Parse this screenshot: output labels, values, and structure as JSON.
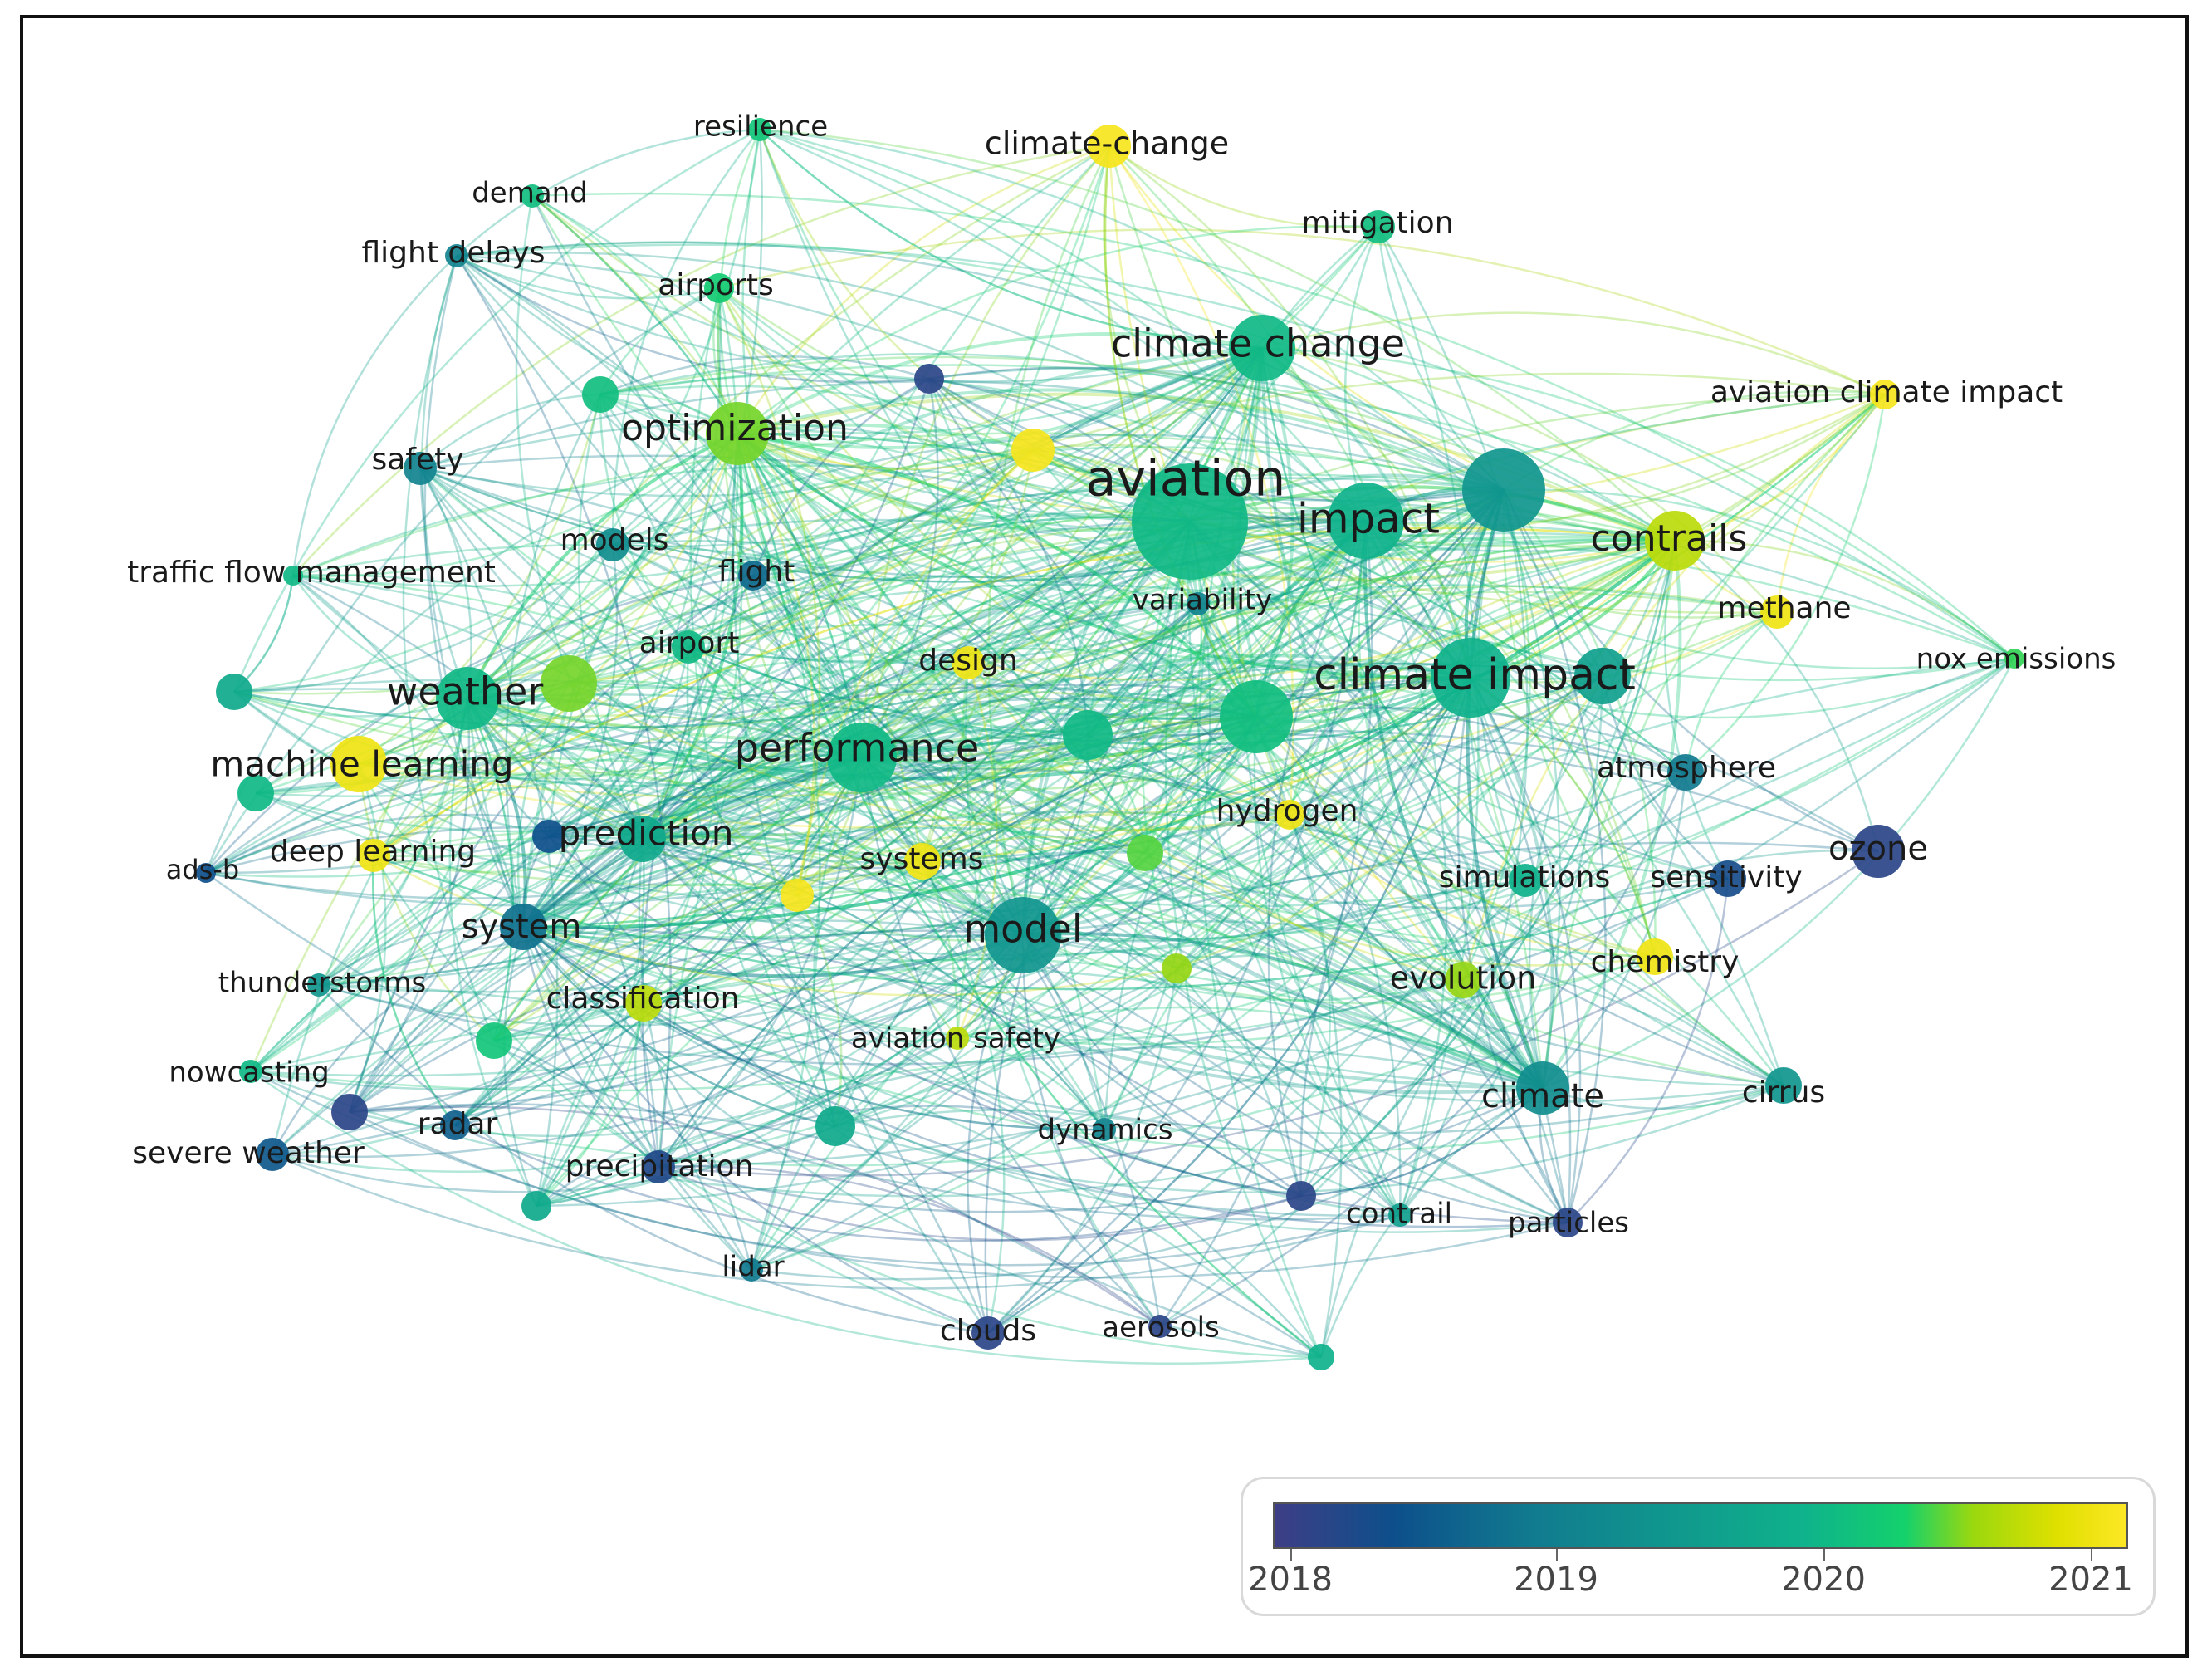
{
  "network": {
    "nodes": [
      {
        "id": "aviation",
        "label": "aviation",
        "year": 2019.6
      },
      {
        "id": "impact",
        "label": "impact",
        "year": 2019.5
      },
      {
        "id": "climate_impact",
        "label": "climate impact",
        "year": 2019.5
      },
      {
        "id": "climate_change",
        "label": "climate change",
        "year": 2019.6
      },
      {
        "id": "model",
        "label": "model",
        "year": 2019.2
      },
      {
        "id": "performance",
        "label": "performance",
        "year": 2019.6
      },
      {
        "id": "weather",
        "label": "weather",
        "year": 2019.6
      },
      {
        "id": "optimization",
        "label": "optimization",
        "year": 2020.3
      },
      {
        "id": "contrails",
        "label": "contrails",
        "year": 2020.6
      },
      {
        "id": "machine_learning",
        "label": "machine learning",
        "year": 2021.0
      },
      {
        "id": "prediction",
        "label": "prediction",
        "year": 2019.4
      },
      {
        "id": "system",
        "label": "system",
        "year": 2018.8
      },
      {
        "id": "ozone",
        "label": "ozone",
        "year": 2018.1
      },
      {
        "id": "climate",
        "label": "climate",
        "year": 2019.1
      },
      {
        "id": "cirrus",
        "label": "cirrus",
        "year": 2019.2
      },
      {
        "id": "atmosphere",
        "label": "atmosphere",
        "year": 2018.9
      },
      {
        "id": "sensitivity",
        "label": "sensitivity",
        "year": 2018.3
      },
      {
        "id": "simulations",
        "label": "simulations",
        "year": 2019.5
      },
      {
        "id": "chemistry",
        "label": "chemistry",
        "year": 2021.0
      },
      {
        "id": "evolution",
        "label": "evolution",
        "year": 2020.4
      },
      {
        "id": "hydrogen",
        "label": "hydrogen",
        "year": 2021.0
      },
      {
        "id": "methane",
        "label": "methane",
        "year": 2021.0
      },
      {
        "id": "nox_emissions",
        "label": "nox emissions",
        "year": 2020.1
      },
      {
        "id": "aviation_climate_impact",
        "label": "aviation climate impact",
        "year": 2021.1
      },
      {
        "id": "climate_change_h",
        "label": "climate-change",
        "year": 2021.1
      },
      {
        "id": "mitigation",
        "label": "mitigation",
        "year": 2019.7
      },
      {
        "id": "resilience",
        "label": "resilience",
        "year": 2019.8
      },
      {
        "id": "demand",
        "label": "demand",
        "year": 2019.7
      },
      {
        "id": "flight_delays",
        "label": "flight delays",
        "year": 2019.0
      },
      {
        "id": "airports",
        "label": "airports",
        "year": 2019.9
      },
      {
        "id": "safety",
        "label": "safety",
        "year": 2019.0
      },
      {
        "id": "traffic_flow_management",
        "label": "traffic flow management",
        "year": 2019.6
      },
      {
        "id": "models",
        "label": "models",
        "year": 2019.1
      },
      {
        "id": "flight",
        "label": "flight",
        "year": 2018.7
      },
      {
        "id": "variability",
        "label": "variability",
        "year": 2019.0
      },
      {
        "id": "airport",
        "label": "airport",
        "year": 2019.6
      },
      {
        "id": "design",
        "label": "design",
        "year": 2021.0
      },
      {
        "id": "deep_learning",
        "label": "deep learning",
        "year": 2021.0
      },
      {
        "id": "ads_b",
        "label": "ads-b",
        "year": 2018.4
      },
      {
        "id": "systems",
        "label": "systems",
        "year": 2021.0
      },
      {
        "id": "thunderstorms",
        "label": "thunderstorms",
        "year": 2019.2
      },
      {
        "id": "classification",
        "label": "classification",
        "year": 2020.6
      },
      {
        "id": "aviation_safety",
        "label": "aviation safety",
        "year": 2020.6
      },
      {
        "id": "nowcasting",
        "label": "nowcasting",
        "year": 2019.6
      },
      {
        "id": "radar",
        "label": "radar",
        "year": 2018.6
      },
      {
        "id": "severe_weather",
        "label": "severe weather",
        "year": 2018.5
      },
      {
        "id": "precipitation",
        "label": "precipitation",
        "year": 2018.2
      },
      {
        "id": "dynamics",
        "label": "dynamics",
        "year": 2019.0
      },
      {
        "id": "lidar",
        "label": "lidar",
        "year": 2018.9
      },
      {
        "id": "clouds",
        "label": "clouds",
        "year": 2018.1
      },
      {
        "id": "aerosols",
        "label": "aerosols",
        "year": 2018.1
      },
      {
        "id": "contrail",
        "label": "contrail",
        "year": 2019.3
      },
      {
        "id": "particles",
        "label": "particles",
        "year": 2018.1
      },
      {
        "id": "u1",
        "label": "",
        "year": 2019.2
      },
      {
        "id": "u2",
        "label": "",
        "year": 2019.7
      },
      {
        "id": "u3",
        "label": "",
        "year": 2021.1
      },
      {
        "id": "u4",
        "label": "",
        "year": 2018.1
      },
      {
        "id": "u5",
        "label": "",
        "year": 2019.7
      },
      {
        "id": "u6",
        "label": "",
        "year": 2020.3
      },
      {
        "id": "u7",
        "label": "",
        "year": 2019.8
      },
      {
        "id": "u8",
        "label": "",
        "year": 2019.6
      },
      {
        "id": "u9",
        "label": "",
        "year": 2020.2
      },
      {
        "id": "u10",
        "label": "",
        "year": 2020.4
      },
      {
        "id": "u11",
        "label": "",
        "year": 2021.1
      },
      {
        "id": "u12",
        "label": "",
        "year": 2019.4
      },
      {
        "id": "u13",
        "label": "",
        "year": 2019.6
      },
      {
        "id": "u14",
        "label": "",
        "year": 2019.4
      },
      {
        "id": "u15",
        "label": "",
        "year": 2018.1
      },
      {
        "id": "u16",
        "label": "",
        "year": 2018.1
      },
      {
        "id": "u17",
        "label": "",
        "year": 2019.4
      },
      {
        "id": "u18",
        "label": "",
        "year": 2019.3
      },
      {
        "id": "u19",
        "label": "",
        "year": 2019.5
      },
      {
        "id": "u20",
        "label": "",
        "year": 2018.4
      }
    ]
  },
  "legend": {
    "ticks": [
      "2018",
      "2019",
      "2020",
      "2021"
    ]
  }
}
